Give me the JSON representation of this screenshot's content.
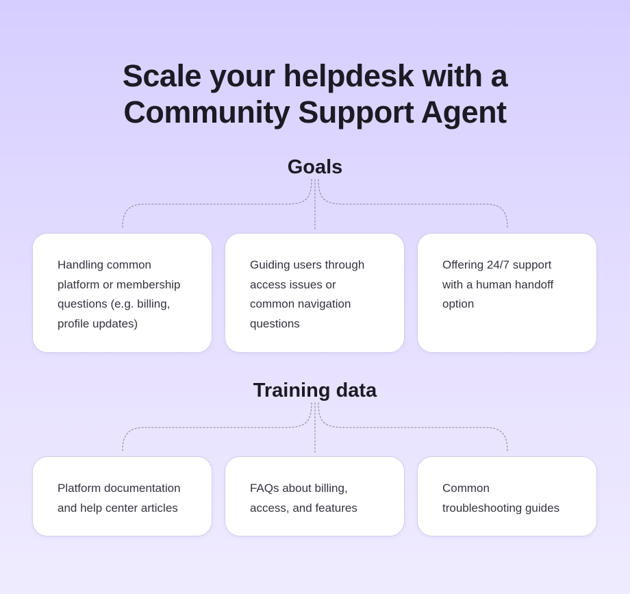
{
  "title": {
    "line1": "Scale your helpdesk with a",
    "line2": "Community Support Agent"
  },
  "goals": {
    "heading": "Goals",
    "items": [
      "Handling common platform or membership questions (e.g. billing, profile updates)",
      "Guiding users through access issues or common navigation questions",
      "Offering 24/7 support with a human handoff option"
    ]
  },
  "training": {
    "heading": "Training data",
    "items": [
      "Platform documentation and help center articles",
      "FAQs about billing, access, and features",
      "Common troubleshooting guides"
    ]
  },
  "colors": {
    "background_top": "#d6ceff",
    "background_bottom": "#efebff",
    "card": "#ffffff",
    "connector": "#9a94b0",
    "text": "#1c1a24"
  }
}
